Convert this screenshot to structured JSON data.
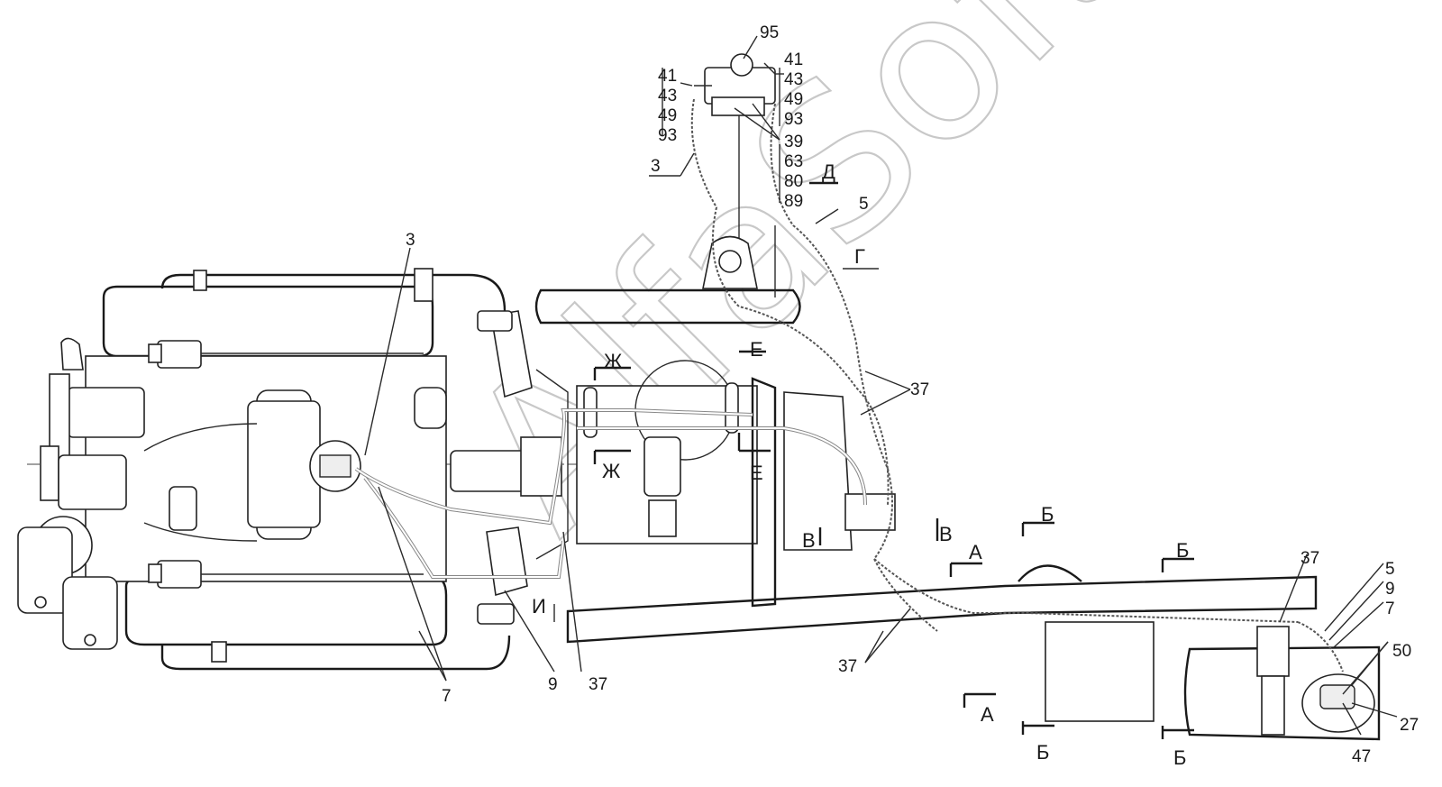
{
  "labels": {
    "l95": "95",
    "l41a": "41",
    "l43a": "43",
    "l49a": "49",
    "l93a": "93",
    "l41b": "41",
    "l43b": "43",
    "l49b": "49",
    "l93b": "93",
    "l39": "39",
    "l63": "63",
    "l80": "80",
    "l89": "89",
    "l3top": "3",
    "l3mid": "3",
    "l5top": "5",
    "l5r": "5",
    "l37a": "37",
    "l37b": "37",
    "l37c": "37",
    "l37d": "37",
    "l9a": "9",
    "l9b": "9",
    "l7a": "7",
    "l7b": "7",
    "l50": "50",
    "l27": "27",
    "l47": "47"
  },
  "sections": {
    "d": "Д",
    "g": "Г",
    "e1": "Е",
    "e2": "Е",
    "zh1": "Ж",
    "zh2": "Ж",
    "v1": "В",
    "v2": "В",
    "a1": "А",
    "a2": "А",
    "b1": "Б",
    "b2": "Б",
    "b3": "Б",
    "b4": "Б",
    "i": "И"
  },
  "watermark": "AlfaSoft",
  "colors": {
    "line": "#1a1a1a",
    "hose": "#555555",
    "watermark": "#c8c8c8"
  }
}
